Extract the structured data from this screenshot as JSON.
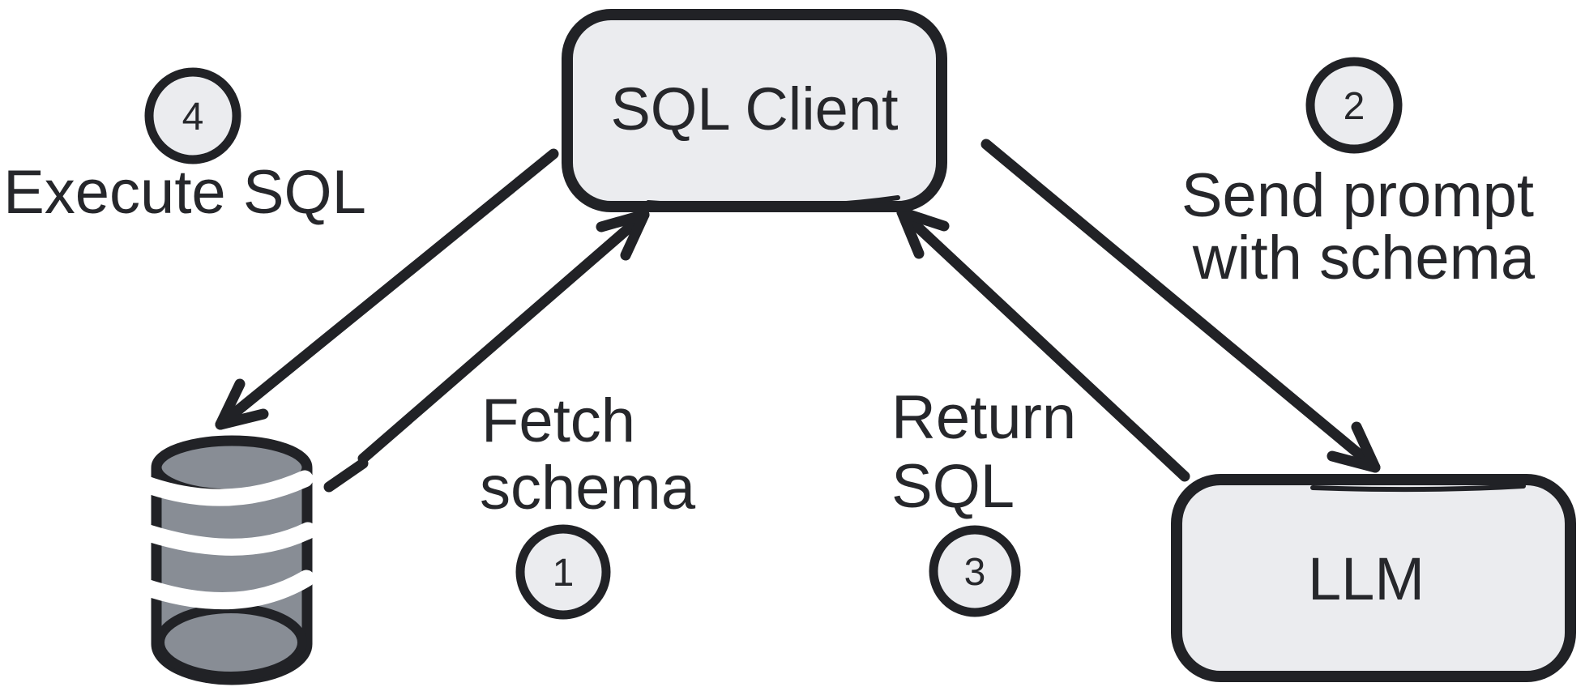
{
  "nodes": {
    "sql_client": "SQL Client",
    "llm": "LLM",
    "database_icon": "database-cylinder-icon"
  },
  "steps": [
    {
      "num": "1",
      "line1": "Fetch",
      "line2": "schema"
    },
    {
      "num": "2",
      "line1": "Send prompt",
      "line2": "with schema"
    },
    {
      "num": "3",
      "line1": "Return",
      "line2": "SQL"
    },
    {
      "num": "4",
      "line1": "Execute SQL",
      "line2": ""
    }
  ],
  "colors": {
    "background": "#ffffff",
    "ink": "#212226",
    "node_fill": "#ebecef",
    "cylinder_fill": "#888d95",
    "band": "#ffffff",
    "text": "#26272b"
  }
}
